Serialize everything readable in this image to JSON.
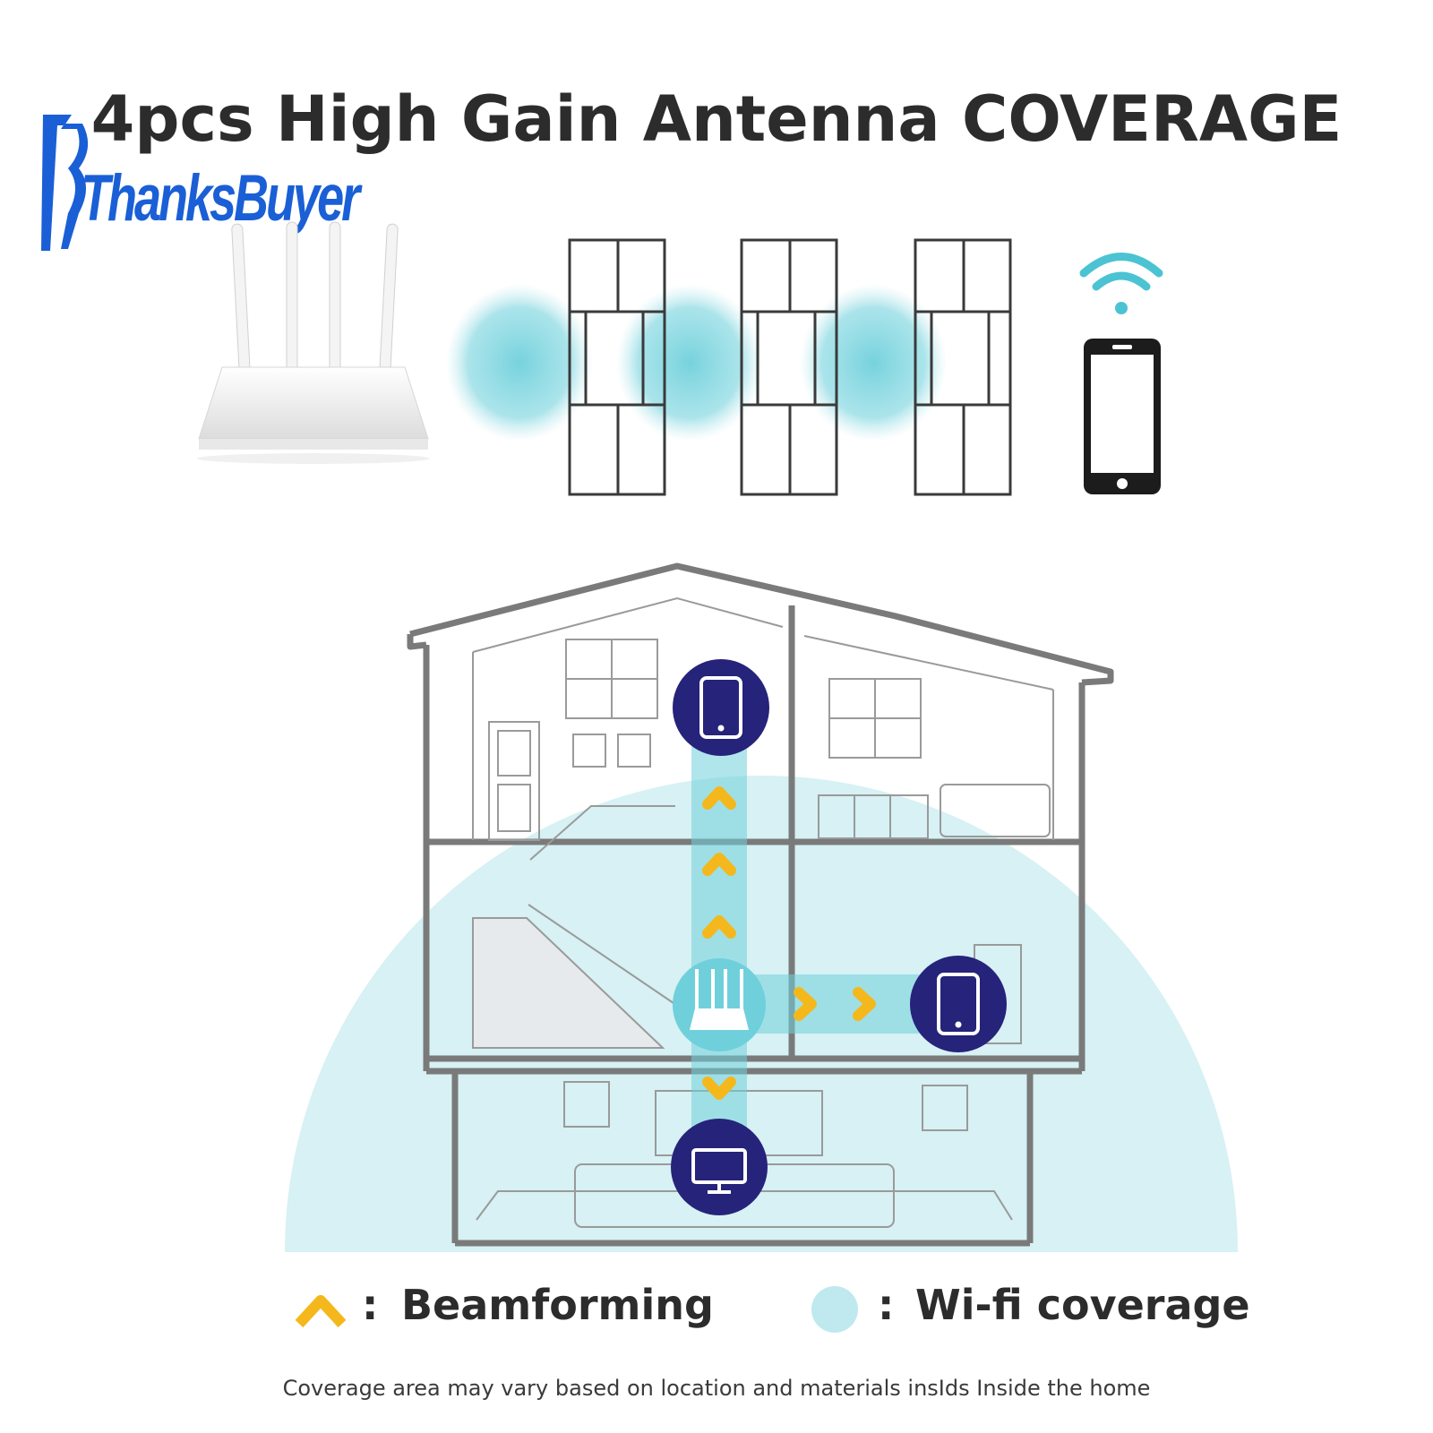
{
  "title": "4pcs High Gain Antenna COVERAGE",
  "brand": {
    "logo_text": "ThanksBuyer"
  },
  "legend": [
    {
      "icon": "chevron-up-icon",
      "separator": ":",
      "label": "Beamforming",
      "color": "#f4b81c"
    },
    {
      "icon": "coverage-circle-icon",
      "separator": ":",
      "label": "Wi-fi coverage",
      "color": "#bfe9ee"
    }
  ],
  "note": "Coverage area may vary based on location and materials insIds Inside the home",
  "colors": {
    "coverage": "#d7f1f4",
    "signal": "#6fd0db",
    "device_badge": "#26237a",
    "beam_arrow": "#f4b81c",
    "house_line": "#7a7a7a"
  },
  "devices": [
    "phone-icon",
    "tablet-icon",
    "monitor-icon",
    "router-icon"
  ],
  "walls_count_visible": 3
}
